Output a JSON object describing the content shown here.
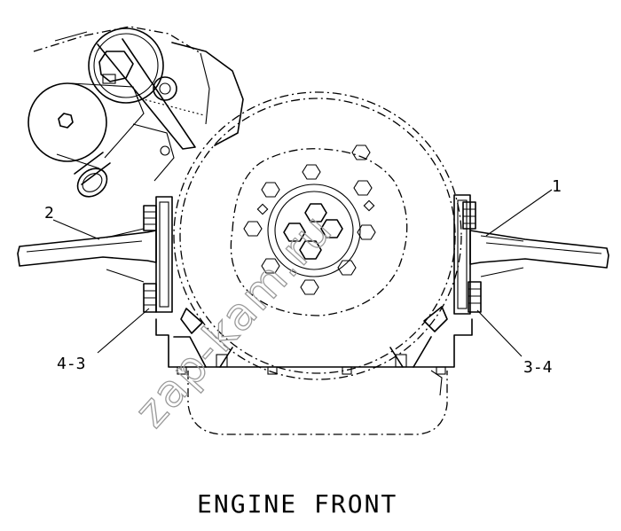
{
  "callouts": {
    "part1": "1",
    "part2": "2",
    "left_bolts": "4-3",
    "right_bolts": "3-4"
  },
  "caption": "ENGINE FRONT",
  "watermark": "zap-kam.ru"
}
